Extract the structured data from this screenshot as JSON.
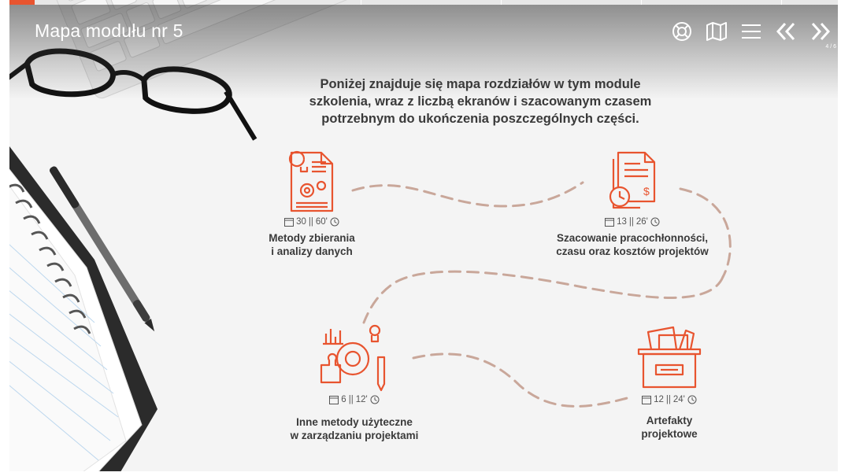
{
  "header": {
    "title": "Mapa modułu nr 5",
    "page_counter": "4 / 6",
    "progress": 0.03
  },
  "toolbar": {
    "buttons": [
      {
        "name": "help-button",
        "icon": "lifebuoy-icon"
      },
      {
        "name": "map-button",
        "icon": "map-icon"
      },
      {
        "name": "menu-button",
        "icon": "hamburger-icon"
      },
      {
        "name": "prev-button",
        "icon": "double-chevron-left-icon"
      },
      {
        "name": "next-button",
        "icon": "double-chevron-right-icon"
      }
    ]
  },
  "intro": {
    "line1": "Poniżej znajduje się mapa rozdziałów w tym module",
    "line2": "szkolenia, wraz z liczbą ekranów i szacowanym czasem",
    "line3": "potrzebnym do ukończenia poszczególnych części."
  },
  "chapters": [
    {
      "screens": "30",
      "sep": "||",
      "time": "60'",
      "label1": "Metody zbierania",
      "label2": "i analizy danych",
      "icon": "document-idea-icon"
    },
    {
      "screens": "13",
      "sep": "||",
      "time": "26'",
      "label1": "Szacowanie pracochłonności,",
      "label2": "czasu oraz kosztów projektów",
      "icon": "invoice-clock-icon"
    },
    {
      "screens": "6",
      "sep": "||",
      "time": "12'",
      "label1": "Inne metody użyteczne",
      "label2": "w zarządzaniu projektami",
      "icon": "tools-gear-icon"
    },
    {
      "screens": "12",
      "sep": "||",
      "time": "24'",
      "label1": "Artefakty",
      "label2": "projektowe",
      "icon": "archive-box-icon"
    }
  ],
  "colors": {
    "accent": "#e8542f",
    "path": "#c9a79a",
    "text": "#3a3a3a"
  }
}
